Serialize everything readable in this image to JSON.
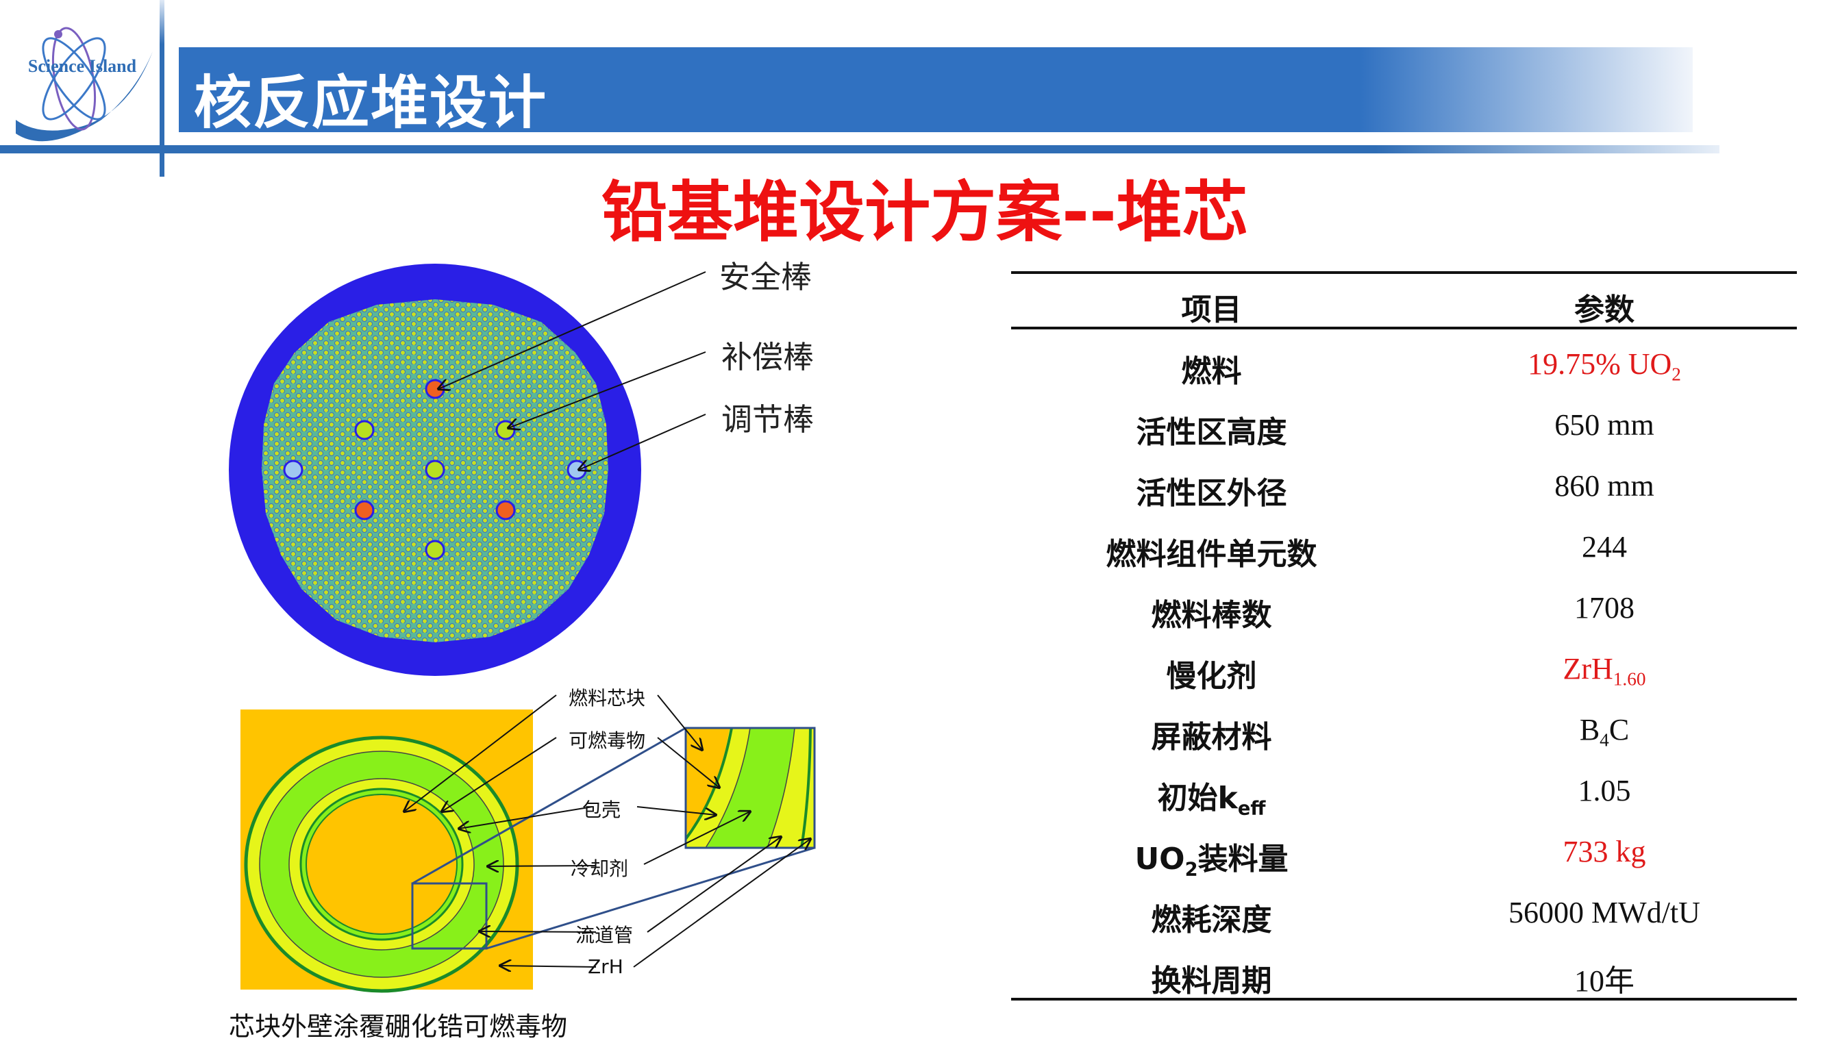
{
  "logo": {
    "text": "Science Island"
  },
  "header": {
    "title": "核反应堆设计"
  },
  "slide": {
    "title": "铅基堆设计方案--堆芯"
  },
  "core_labels": [
    "安全棒",
    "补偿棒",
    "调节棒"
  ],
  "pin_labels": [
    "燃料芯块",
    "可燃毒物",
    "包壳",
    "冷却剂",
    "流道管",
    "ZrH"
  ],
  "caption": "芯块外壁涂覆硼化锆可燃毒物",
  "colors": {
    "title_bar": "#3071c1",
    "title_red": "#ee1111",
    "value_red": "#e01a1a",
    "core_blue": "#2a1fe6",
    "core_fill": "#4cc0a8",
    "pin_orange": "#ffc400",
    "pin_green": "#88f01a",
    "pin_yellow": "#e6f51a"
  },
  "table": {
    "headers": [
      "项目",
      "参数"
    ],
    "rows": [
      {
        "item": [
          "燃料"
        ],
        "value": [
          "19.75% UO",
          "2",
          ""
        ],
        "red": true
      },
      {
        "item": [
          "活性区高度"
        ],
        "value": [
          "650 mm"
        ],
        "red": false
      },
      {
        "item": [
          "活性区外径"
        ],
        "value": [
          "860 mm"
        ],
        "red": false
      },
      {
        "item": [
          "燃料组件单元数"
        ],
        "value": [
          "244"
        ],
        "red": false
      },
      {
        "item": [
          "燃料棒数"
        ],
        "value": [
          "1708"
        ],
        "red": false
      },
      {
        "item": [
          "慢化剂"
        ],
        "value": [
          "ZrH",
          "1.60",
          ""
        ],
        "red": true
      },
      {
        "item": [
          "屏蔽材料"
        ],
        "value": [
          "B",
          "4",
          "C"
        ],
        "red": false
      },
      {
        "item": [
          "初始k",
          "eff",
          ""
        ],
        "value": [
          "1.05"
        ],
        "red": false
      },
      {
        "item": [
          "UO",
          "2",
          "装料量"
        ],
        "value": [
          "733 kg"
        ],
        "red": true
      },
      {
        "item": [
          "燃耗深度"
        ],
        "value": [
          "56000 MWd/tU"
        ],
        "red": false
      },
      {
        "item": [
          "换料周期"
        ],
        "value": [
          "10年"
        ],
        "red": false
      }
    ]
  }
}
